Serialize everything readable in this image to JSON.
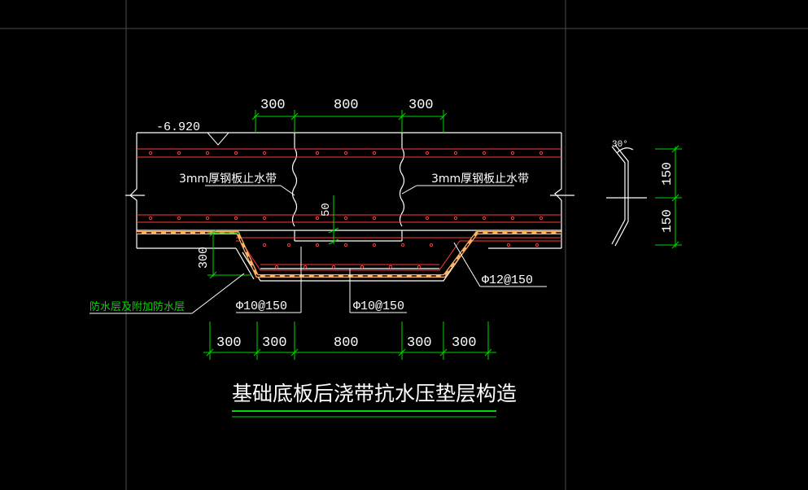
{
  "drawing": {
    "title": "基础底板后浇带抗水压垫层构造",
    "elevation": "-6.920",
    "angle": "30°",
    "labels": {
      "waterstop_left": "3mm厚钢板止水带",
      "waterstop_right": "3mm厚钢板止水带",
      "waterproof": "防水层及附加防水层",
      "rebar_right": "Φ12@150",
      "rebar_left": "Φ10@150",
      "rebar_mid": "Φ10@150"
    },
    "dims_top": [
      "300",
      "800",
      "300"
    ],
    "dims_bottom": [
      "300",
      "300",
      "800",
      "300",
      "300"
    ],
    "dim_50": "50",
    "dim_300_side": "300",
    "detail_dims": [
      "150",
      "150"
    ]
  },
  "colors": {
    "background": "#000000",
    "line_white": "#ffffff",
    "rebar_red": "#ff3b3b",
    "dim_green": "#00d800",
    "waterproof_orange": "#ffb060",
    "frame_gray": "#4a4a4a"
  }
}
